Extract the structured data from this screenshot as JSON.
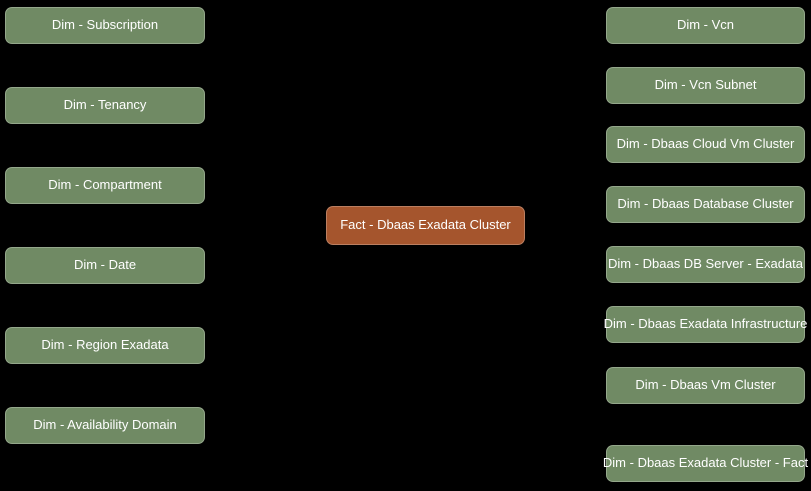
{
  "diagram": {
    "type": "star-schema-data-model",
    "colors": {
      "background": "#000000",
      "dimension_fill": "#708a64",
      "fact_fill": "#a5552d",
      "text": "#ffffff"
    },
    "fact_table": {
      "label": "Fact - Dbaas Exadata Cluster"
    },
    "left_dimension_tables": [
      "Dim - Subscription",
      "Dim - Tenancy",
      "Dim - Compartment",
      "Dim - Date",
      "Dim - Region Exadata",
      "Dim - Availability Domain"
    ],
    "right_dimension_tables": [
      "Dim - Vcn",
      "Dim - Vcn Subnet",
      "Dim - Dbaas Cloud Vm Cluster",
      "Dim - Dbaas Database Cluster",
      "Dim - Dbaas DB Server - Exadata",
      "Dim - Dbaas Exadata Infrastructure",
      "Dim - Dbaas Vm Cluster",
      "Dim - Dbaas Exadata Cluster - Fact"
    ]
  }
}
